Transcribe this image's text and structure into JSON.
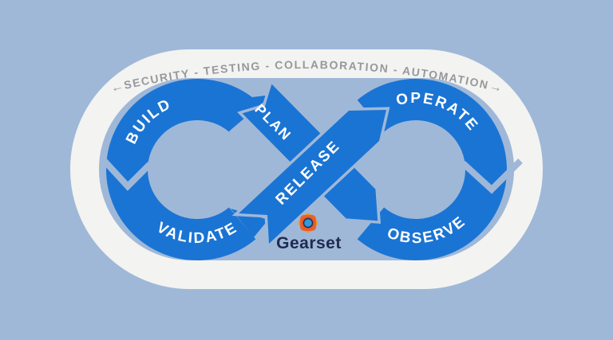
{
  "diagram": {
    "title_band": {
      "left_arrow": "←",
      "text": "SECURITY - TESTING - COLLABORATION - AUTOMATION",
      "right_arrow": "→"
    },
    "loop": {
      "build": "BUILD",
      "plan": "PLAN",
      "release": "RELEASE",
      "validate": "VALIDATE",
      "operate": "OPERATE",
      "observe": "OBSERVE"
    },
    "brand": {
      "name": "Gearset"
    },
    "colors": {
      "background": "#9FB8D8",
      "panel_band_white": "#F3F3F1",
      "loop_blue": "#1A74D4",
      "header_gray": "#97989D",
      "brand_navy": "#1F2B52",
      "gear_orange": "#F5941E",
      "gear_red_orange": "#E2542A",
      "gear_blue_center": "#2D9CD8"
    }
  }
}
